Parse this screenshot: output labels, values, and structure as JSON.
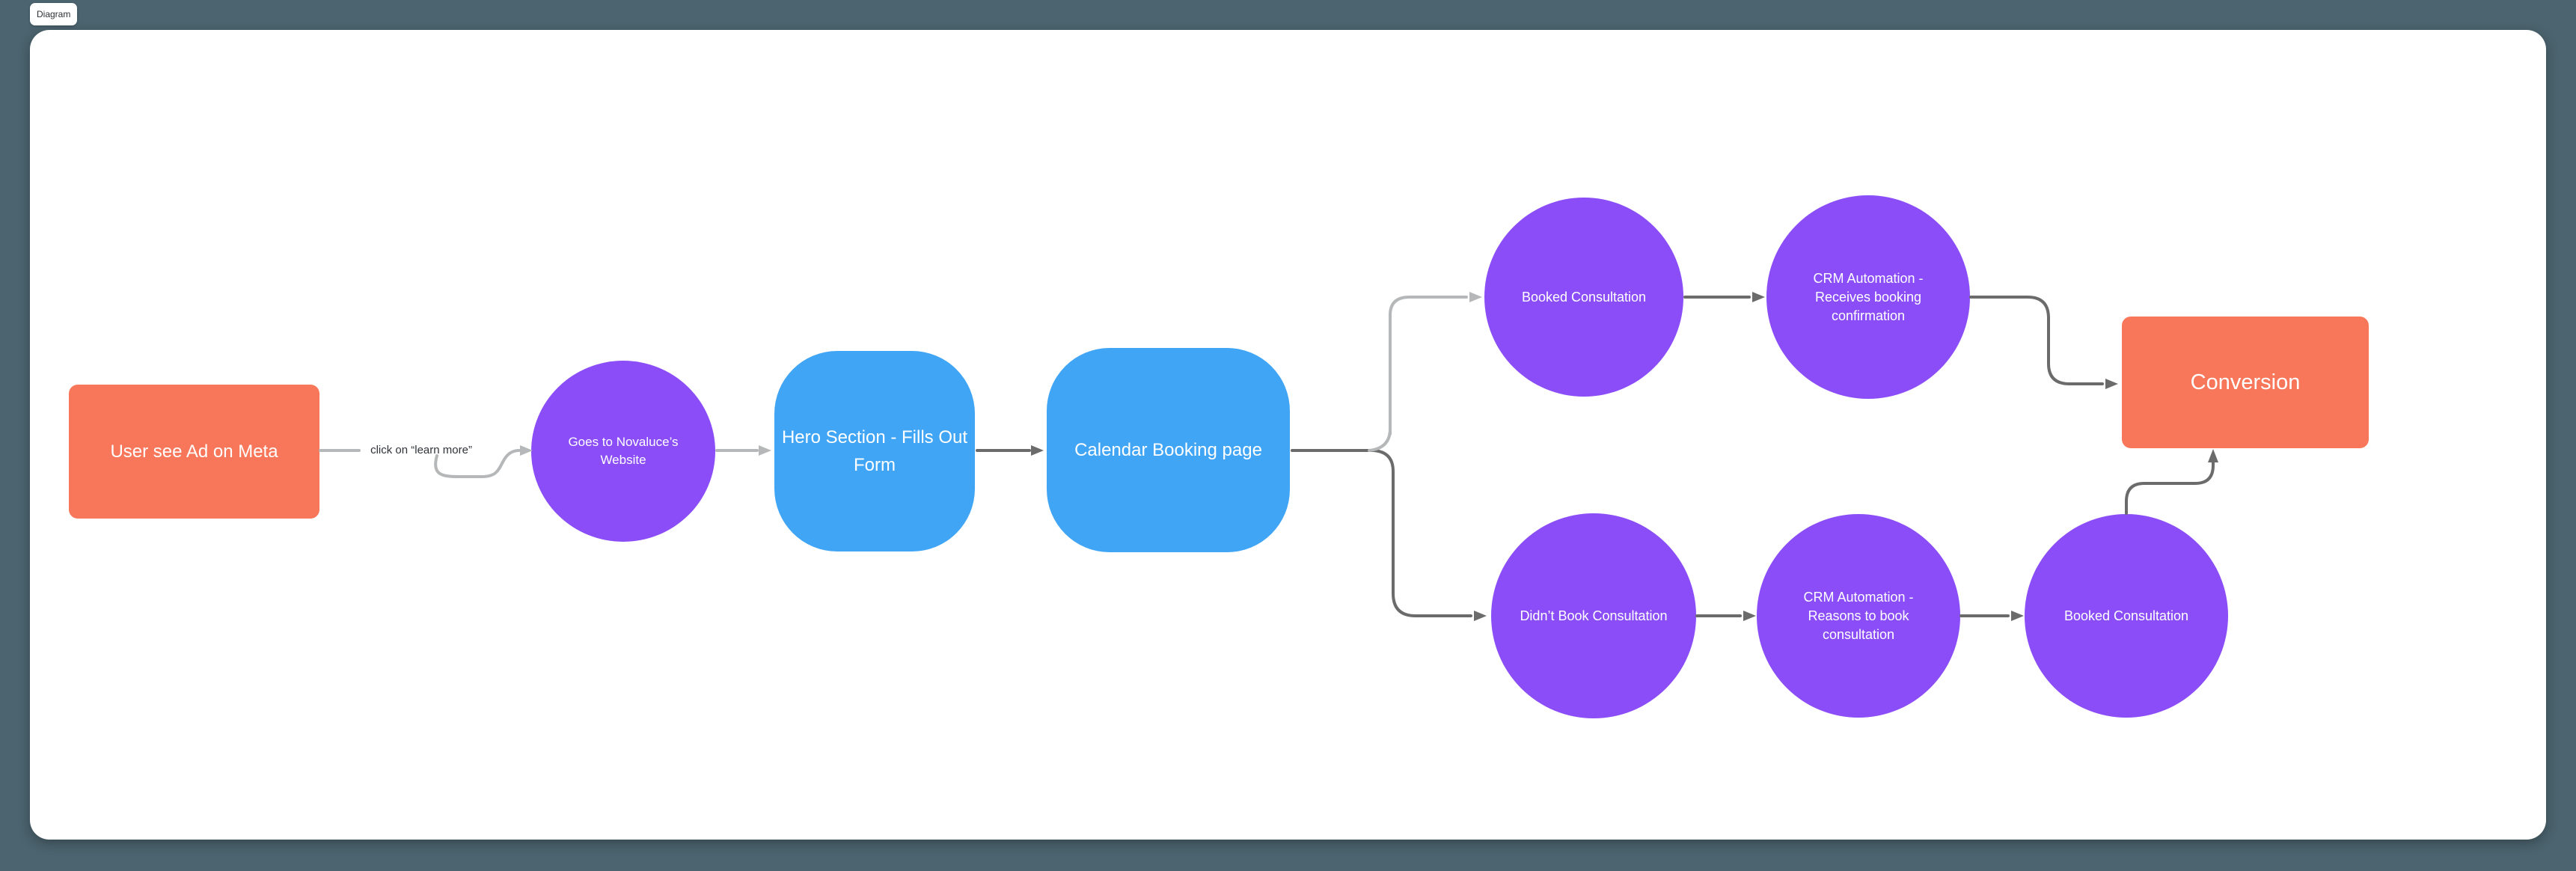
{
  "page": {
    "tab_label": "Diagram"
  },
  "colors": {
    "board_background": "#4C646F",
    "canvas_background": "#FFFFFF",
    "node_purple": "#8B4DF7",
    "node_blue": "#41A5F6",
    "node_orange": "#F87659",
    "connector_dark": "#6B6B6B",
    "connector_light": "#B5B7B8",
    "node_text": "#FFFFFF",
    "edge_label_text": "#2F3338"
  },
  "nodes": {
    "ad": {
      "label": "User see Ad on Meta",
      "shape": "rectangle",
      "color": "orange"
    },
    "website": {
      "label": "Goes to Novaluce’s Website",
      "shape": "circle",
      "color": "purple"
    },
    "hero": {
      "label": "Hero Section - Fills Out Form",
      "shape": "rounded-square",
      "color": "blue"
    },
    "calendar": {
      "label": "Calendar Booking page",
      "shape": "rounded-square",
      "color": "blue"
    },
    "booked_top": {
      "label": "Booked Consultation",
      "shape": "circle",
      "color": "purple"
    },
    "crm_top": {
      "label": "CRM Automation - Receives booking confirmation",
      "shape": "circle",
      "color": "purple"
    },
    "conversion": {
      "label": "Conversion",
      "shape": "rectangle",
      "color": "orange"
    },
    "didnt_book": {
      "label": "Didn’t Book Consultation",
      "shape": "circle",
      "color": "purple"
    },
    "crm_bottom": {
      "label": "CRM Automation - Reasons to book consultation",
      "shape": "circle",
      "color": "purple"
    },
    "booked_bottom": {
      "label": "Booked Consultation",
      "shape": "circle",
      "color": "purple"
    }
  },
  "edges": {
    "ad_to_website_label": "click on “learn more”"
  }
}
